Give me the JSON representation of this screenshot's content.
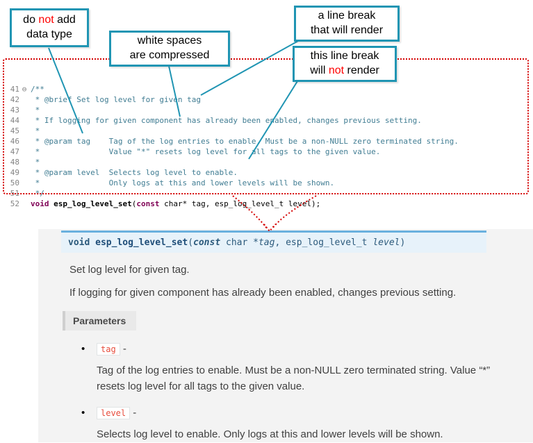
{
  "colors": {
    "callout_border": "#2095b3",
    "emphasis_red": "#ff0000",
    "code_frame_red": "#d40000",
    "comment_text": "#417d93",
    "keyword_text": "#7f0055",
    "signature_bg": "#e7f2fa",
    "signature_border": "#6ab0de",
    "param_literal_red": "#e74c3c",
    "doc_panel_bg": "#f3f3f3"
  },
  "callouts": [
    {
      "name": "no-datatype",
      "lines": [
        [
          {
            "t": "do "
          },
          {
            "t": "not",
            "red": true
          },
          {
            "t": " add"
          }
        ],
        [
          {
            "t": "data type"
          }
        ]
      ]
    },
    {
      "name": "whitespace-compressed",
      "lines": [
        [
          {
            "t": "white spaces"
          }
        ],
        [
          {
            "t": "are  compressed"
          }
        ]
      ]
    },
    {
      "name": "linebreak-renders",
      "lines": [
        [
          {
            "t": "a line break"
          }
        ],
        [
          {
            "t": "that will render"
          }
        ]
      ]
    },
    {
      "name": "linebreak-not-render",
      "lines": [
        [
          {
            "t": "this line break"
          }
        ],
        [
          {
            "t": "will "
          },
          {
            "t": "not",
            "red": true
          },
          {
            "t": " render"
          }
        ]
      ]
    }
  ],
  "code": {
    "lines": [
      {
        "num": "41",
        "fold": "⊖",
        "segs": [
          {
            "t": "/**",
            "c": "comment"
          }
        ]
      },
      {
        "num": "42",
        "segs": [
          {
            "t": " * @brief Set log level for given tag",
            "c": "comment"
          }
        ]
      },
      {
        "num": "43",
        "segs": [
          {
            "t": " *",
            "c": "comment"
          }
        ]
      },
      {
        "num": "44",
        "segs": [
          {
            "t": " * If logging for given component has already been enabled, changes previous setting.",
            "c": "comment"
          }
        ]
      },
      {
        "num": "45",
        "segs": [
          {
            "t": " *",
            "c": "comment"
          }
        ]
      },
      {
        "num": "46",
        "segs": [
          {
            "t": " * @param tag    Tag of the log entries to enable. Must be a non-NULL zero terminated string.",
            "c": "comment"
          }
        ]
      },
      {
        "num": "47",
        "segs": [
          {
            "t": " *               Value \"*\" resets log level for all tags to the given value.",
            "c": "comment"
          }
        ]
      },
      {
        "num": "48",
        "segs": [
          {
            "t": " *",
            "c": "comment"
          }
        ]
      },
      {
        "num": "49",
        "segs": [
          {
            "t": " * @param level  Selects log level to enable.",
            "c": "comment"
          }
        ]
      },
      {
        "num": "50",
        "segs": [
          {
            "t": " *               Only logs at this and lower levels will be shown.",
            "c": "comment"
          }
        ]
      },
      {
        "num": "51",
        "segs": [
          {
            "t": " */",
            "c": "comment"
          }
        ]
      },
      {
        "num": "52",
        "segs": [
          {
            "t": "void",
            "c": "kw"
          },
          {
            "t": " ",
            "c": "plain"
          },
          {
            "t": "esp_log_level_set",
            "c": "fn"
          },
          {
            "t": "(",
            "c": "plain"
          },
          {
            "t": "const",
            "c": "kw"
          },
          {
            "t": " char* tag, esp_log_level_t level);",
            "c": "plain"
          }
        ]
      }
    ]
  },
  "doc": {
    "signature": [
      {
        "t": "void ",
        "c": "sig-kw"
      },
      {
        "t": "esp_log_level_set",
        "c": "sig-name"
      },
      {
        "t": "(",
        "c": "sig-plain"
      },
      {
        "t": "const",
        "c": "sig-kwi"
      },
      {
        "t": " char *",
        "c": "sig-plain"
      },
      {
        "t": "tag",
        "c": "sig-param"
      },
      {
        "t": ", ",
        "c": "sig-plain"
      },
      {
        "t": "esp_log_level_t ",
        "c": "sig-plain"
      },
      {
        "t": "level",
        "c": "sig-param"
      },
      {
        "t": ")",
        "c": "sig-plain"
      }
    ],
    "p1": "Set log level for given tag.",
    "p2": "If logging for given component has already been enabled, changes previous setting.",
    "params_label": "Parameters",
    "params": [
      {
        "name": "tag",
        "sep": "-",
        "desc": "Tag of the log entries to enable. Must be a non-NULL zero terminated string. Value “*” resets log level for all tags to the given value."
      },
      {
        "name": "level",
        "sep": "-",
        "desc": "Selects log level to enable. Only logs at this and lower levels will be shown."
      }
    ]
  }
}
